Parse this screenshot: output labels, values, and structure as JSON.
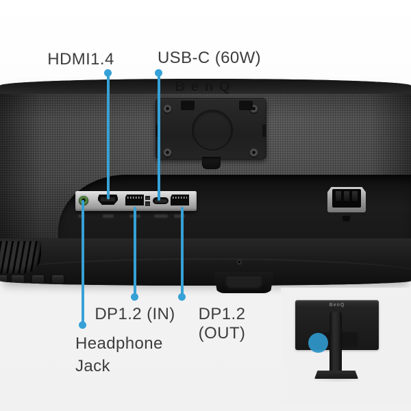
{
  "colors": {
    "callout_blue": "#36a1d6",
    "inset_circle_blue": "#2e95c7",
    "label_text": "#3d3d3d",
    "headphone_jack_green": "#53853f",
    "port_panel_silver": "#c9c9c9",
    "background_bottom": "#f2f2f3"
  },
  "callouts": {
    "hdmi": {
      "label": "HDMI1.4"
    },
    "usb_c": {
      "label": "USB-C (60W)"
    },
    "dp_in": {
      "label": "DP1.2 (IN)"
    },
    "dp_out": {
      "label": "DP1.2 (OUT)"
    },
    "headphone": {
      "line1": "Headphone",
      "line2": "Jack"
    }
  },
  "monitor_rear": {
    "brand_logo": "BenQ",
    "ports": [
      "headphone-jack",
      "hdmi-1.4",
      "displayport-1.2-in",
      "usb-c-60w",
      "displayport-1.2-out",
      "ac-power-inlet"
    ]
  },
  "inset_monitor": {
    "brand_logo": "BenQ"
  }
}
